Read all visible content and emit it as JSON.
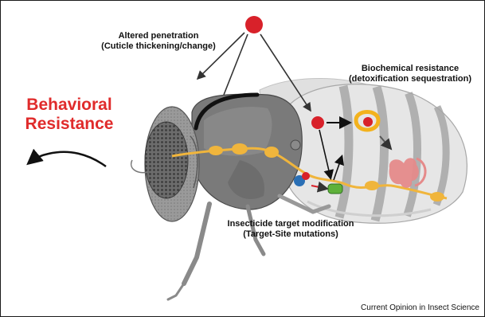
{
  "labels": {
    "behavioral_line1": "Behavioral",
    "behavioral_line2": "Resistance",
    "penetration_line1": "Altered penetration",
    "penetration_line2": "(Cuticle thickening/change)",
    "biochemical_line1": "Biochemical resistance",
    "biochemical_line2": "(detoxification sequestration)",
    "target_line1": "Insecticide target modification",
    "target_line2": "(Target-Site mutations)"
  },
  "footer": "Current Opinion in Insect Science",
  "colors": {
    "accent_red": "#e02b2b",
    "insecticide_dot": "#d8212a",
    "nerve": "#f0b53c",
    "enzyme_yellow": "#f3b21d",
    "sequestration_pink": "#e58a8a",
    "receptor_blue": "#2a6fb5",
    "receptor_green": "#5fb13a",
    "cuticle_black": "#111111"
  }
}
